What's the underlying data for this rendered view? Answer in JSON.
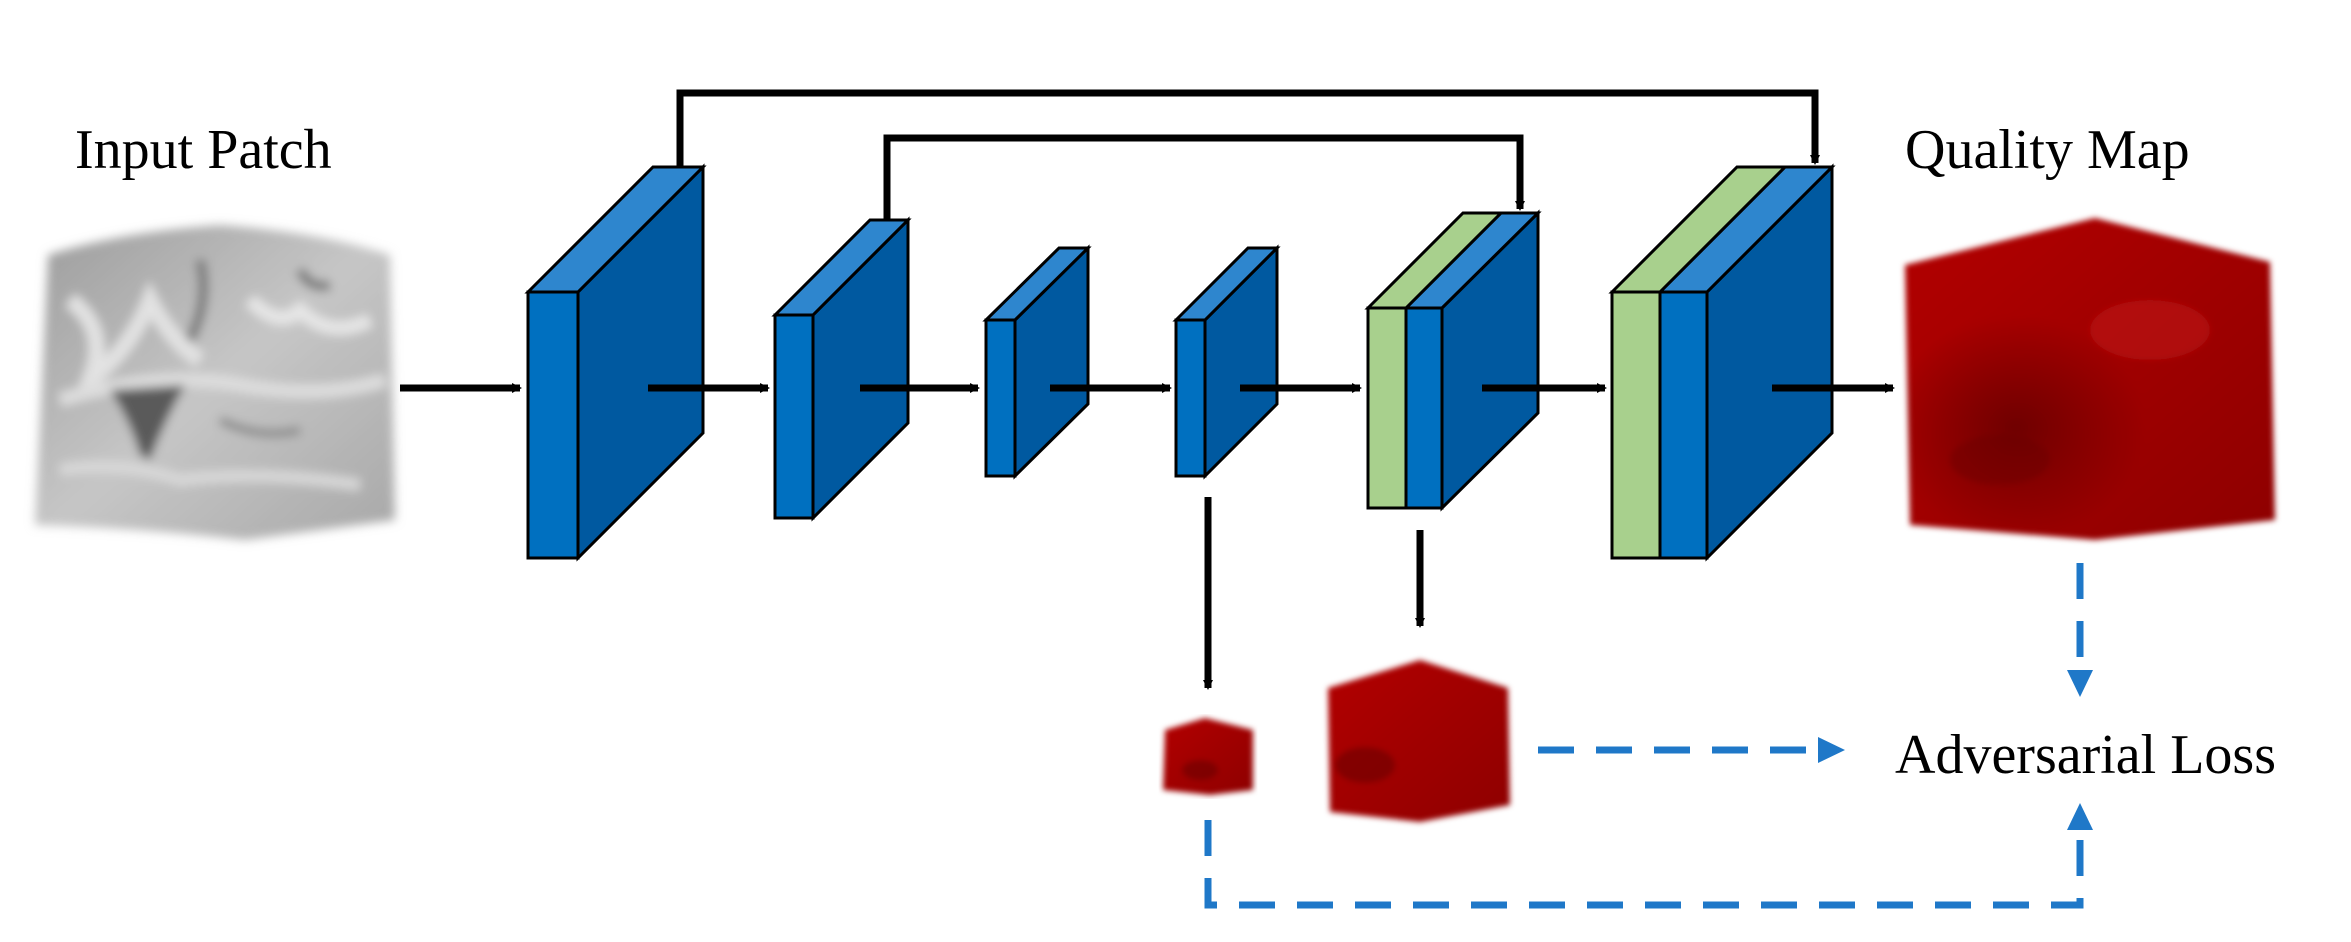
{
  "labels": {
    "input_patch": "Input Patch",
    "quality_map": "Quality Map",
    "adversarial_loss": "Adversarial Loss"
  },
  "colors": {
    "block_front": "#0070C0",
    "block_top": "#2E86CE",
    "block_side": "#0059A0",
    "concat_green": "#A8D08D",
    "skip_arrow": "#000000",
    "loss_arrow": "#1F78C8",
    "quality_red": "#A80000",
    "input_gray": "#B4B4B4"
  }
}
